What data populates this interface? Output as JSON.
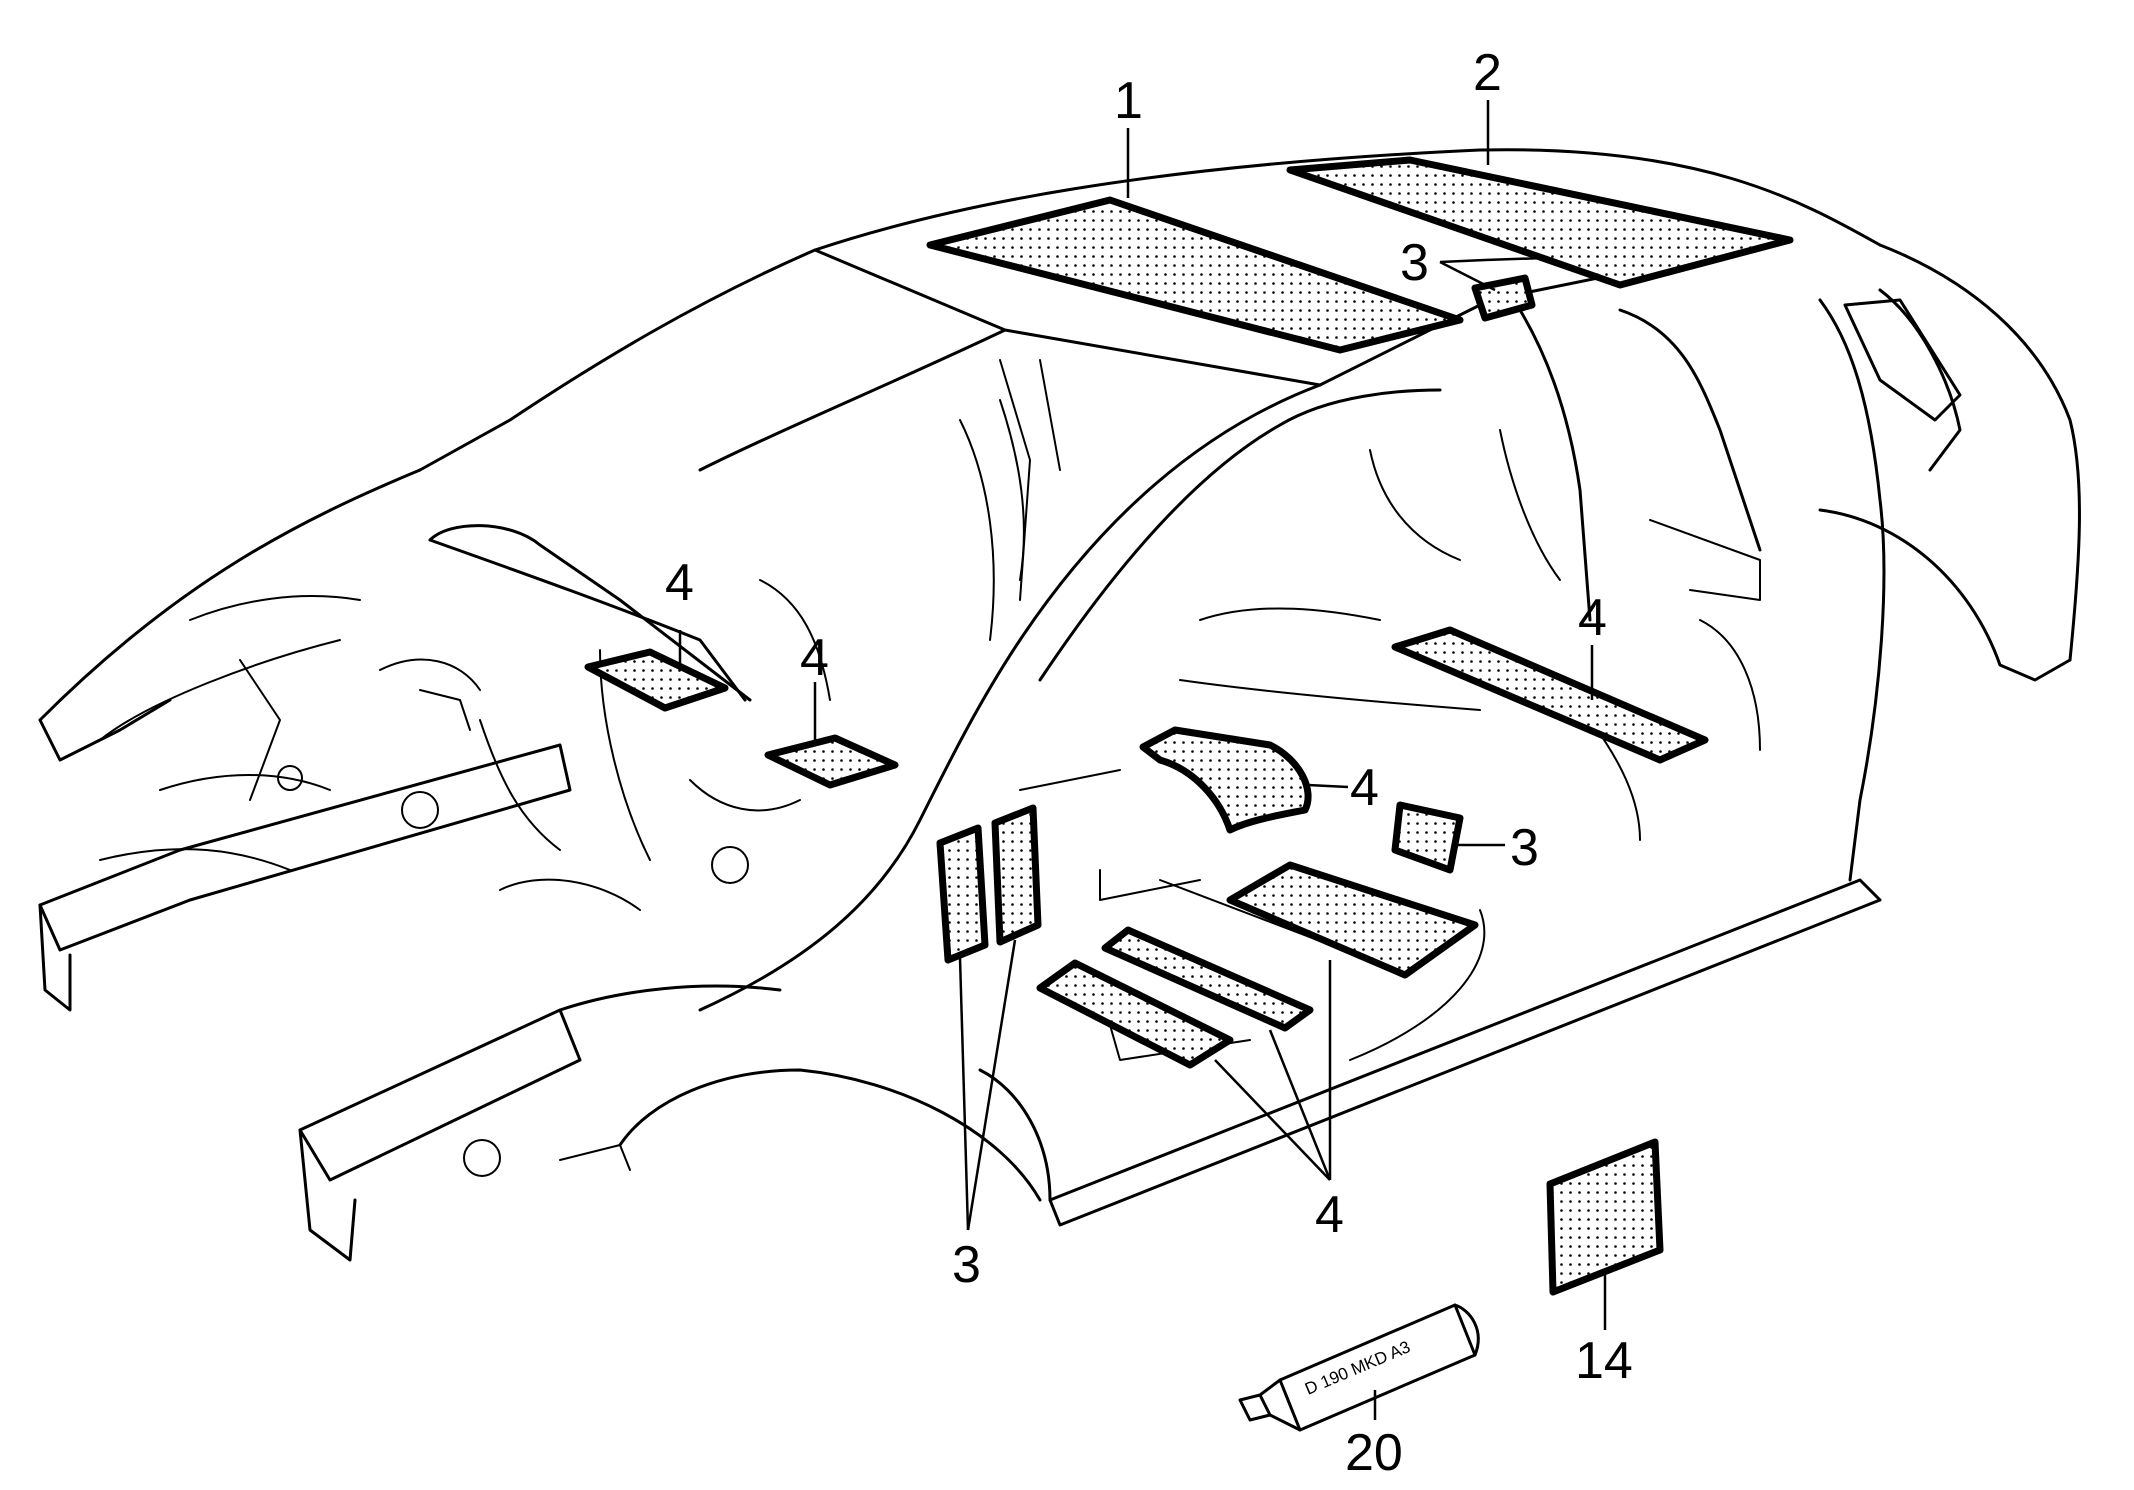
{
  "diagram": {
    "callouts": {
      "roof_front": "1",
      "roof_rear": "2",
      "roof_small_pad": "3",
      "dash_left_pad": "4",
      "dash_right_pad": "4",
      "rear_floor_pad": "4",
      "tunnel_pad": "4",
      "floor_side_pad": "3",
      "floor_group": "4",
      "pillar_pads": "3",
      "loose_pad": "14",
      "sealant_tube": "20"
    },
    "tube_label": "D 190 MKD A3"
  }
}
